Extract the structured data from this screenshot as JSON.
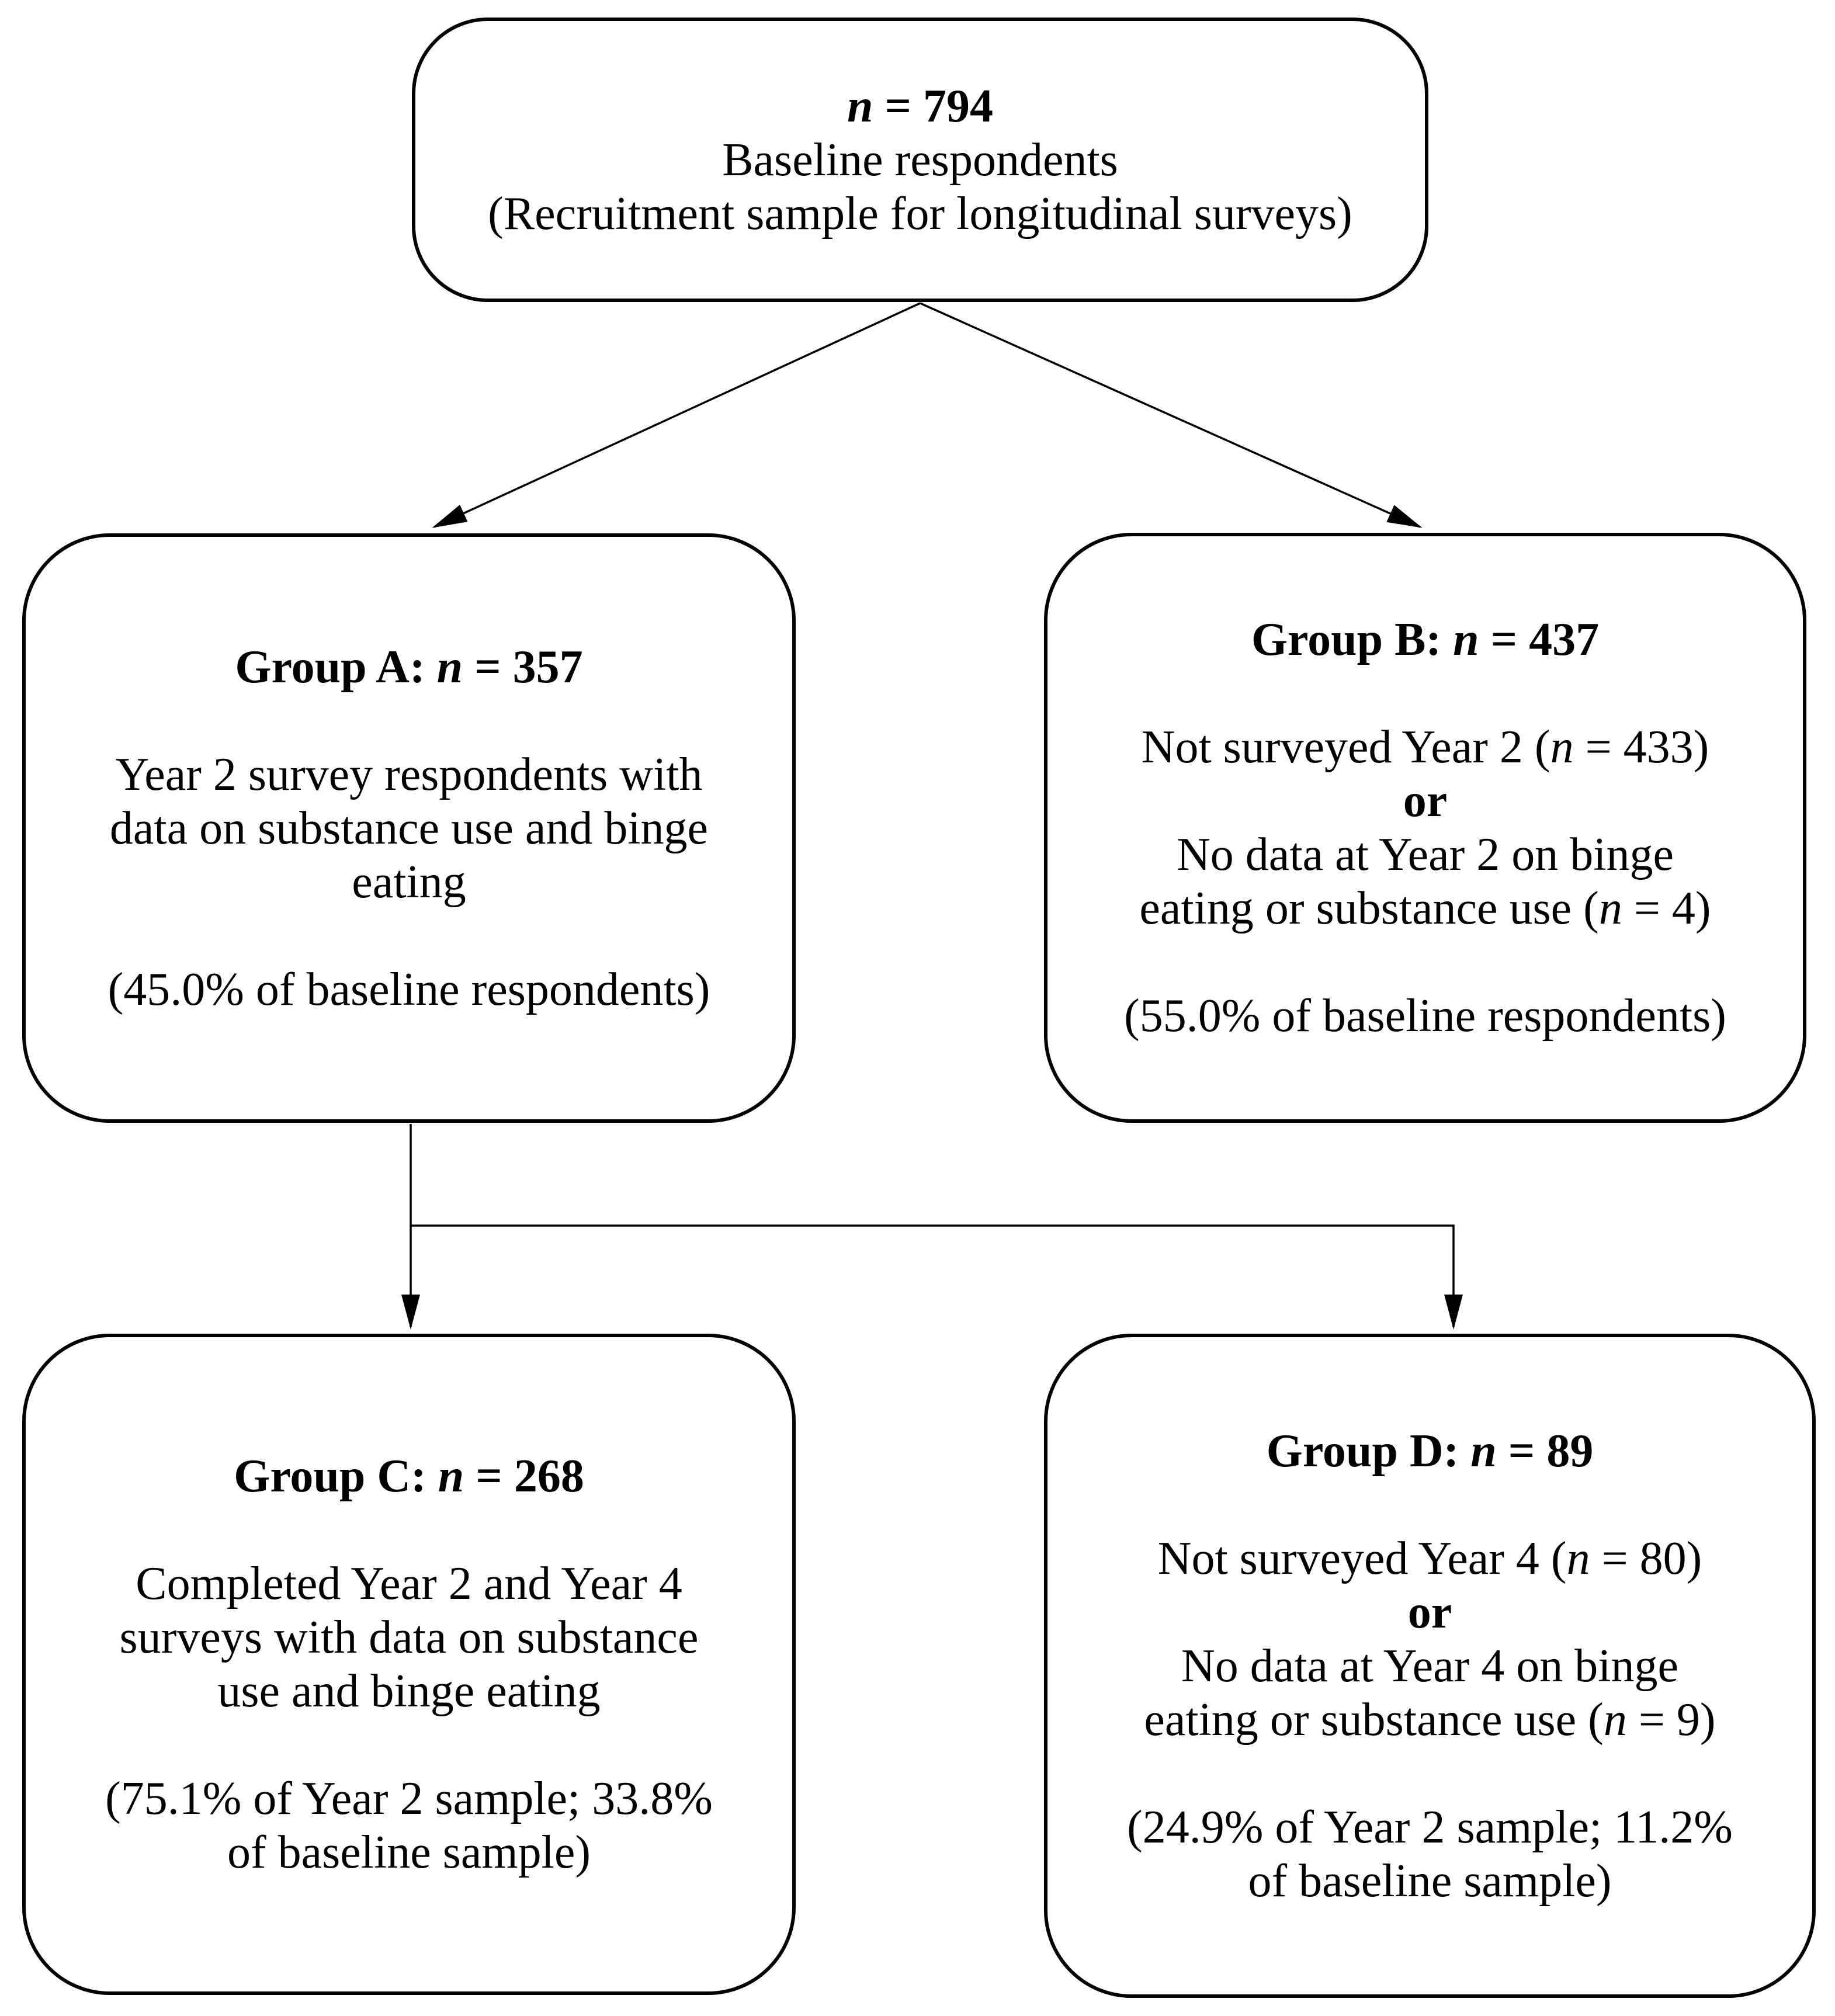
{
  "colors": {
    "background": "#ffffff",
    "stroke": "#000000",
    "text": "#000000"
  },
  "boxes": {
    "baseline": {
      "title": {
        "pre": "",
        "n": "n",
        "post": " = 794"
      },
      "line2": "Baseline respondents",
      "line3": "(Recruitment sample for longitudinal surveys)"
    },
    "group_a": {
      "header": {
        "pre": "Group A: ",
        "n": "n",
        "post": " = 357"
      },
      "desc_lines": [
        "Year 2 survey respondents with",
        "data on substance use and binge",
        "eating"
      ],
      "pct_lines": [
        "(45.0% of baseline respondents)"
      ]
    },
    "group_b": {
      "header": {
        "pre": "Group B: ",
        "n": "n",
        "post": " = 437"
      },
      "reason1": {
        "pre": "Not surveyed Year 2 (",
        "n": "n",
        "post": " = 433)"
      },
      "or": "or",
      "reason2_line1": "No data at Year 2 on binge",
      "reason2_line2": {
        "pre": "eating or substance use (",
        "n": "n",
        "post": " = 4)"
      },
      "pct_lines": [
        "(55.0% of baseline respondents)"
      ]
    },
    "group_c": {
      "header": {
        "pre": "Group C: ",
        "n": "n",
        "post": " = 268"
      },
      "desc_lines": [
        "Completed Year 2 and Year 4",
        "surveys with data on substance",
        "use and binge eating"
      ],
      "pct_lines": [
        "(75.1% of Year 2 sample; 33.8%",
        "of baseline sample)"
      ]
    },
    "group_d": {
      "header": {
        "pre": "Group D: ",
        "n": "n",
        "post": " = 89"
      },
      "reason1": {
        "pre": "Not surveyed Year 4 (",
        "n": "n",
        "post": " = 80)"
      },
      "or": "or",
      "reason2_line1": "No data at Year 4 on binge",
      "reason2_line2": {
        "pre": "eating or substance use (",
        "n": "n",
        "post": " = 9)"
      },
      "pct_lines": [
        "(24.9% of Year 2 sample; 11.2%",
        "of baseline sample)"
      ]
    }
  }
}
